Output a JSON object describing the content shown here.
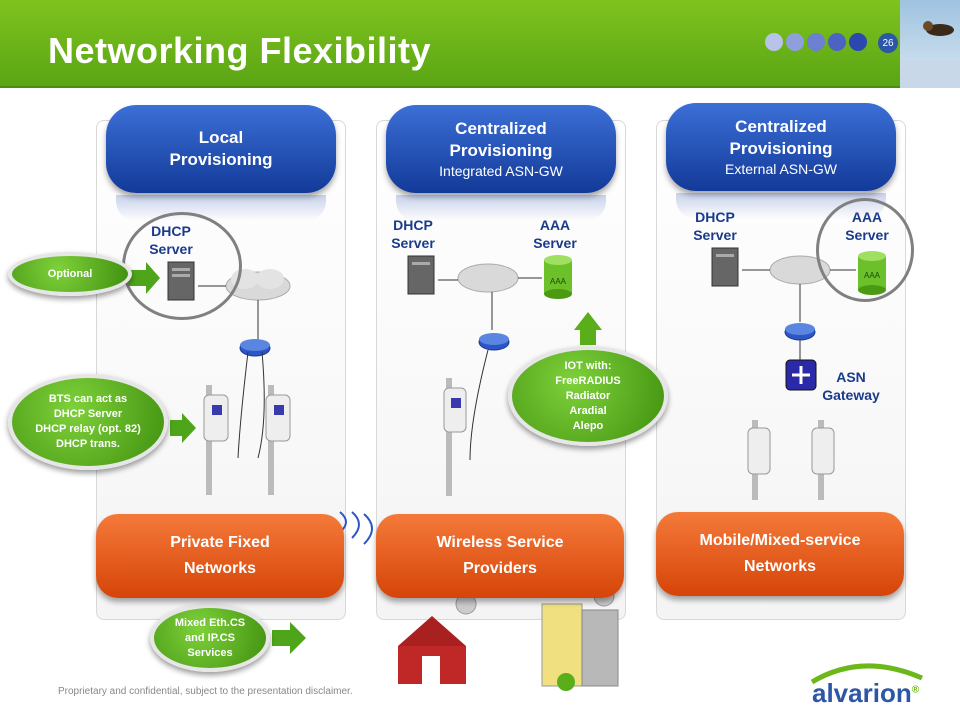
{
  "slide": {
    "title": "Networking Flexibility",
    "number": "26"
  },
  "header": {
    "dot_colors": [
      "#b7c3e8",
      "#8f9fdc",
      "#6c7fd0",
      "#4d63c2",
      "#2c47b0"
    ]
  },
  "columns": [
    {
      "heading_line1": "Local",
      "heading_line2": "Provisioning",
      "sub": "",
      "dhcp": "DHCP",
      "dhcp2": "Server",
      "bottom_line1": "Private Fixed",
      "bottom_line2": "Networks"
    },
    {
      "heading_line1": "Centralized",
      "heading_line2": "Provisioning",
      "sub": "Integrated ASN-GW",
      "dhcp": "DHCP",
      "dhcp2": "Server",
      "aaa": "AAA",
      "aaa2": "Server",
      "bottom_line1": "Wireless Service",
      "bottom_line2": "Providers"
    },
    {
      "heading_line1": "Centralized",
      "heading_line2": "Provisioning",
      "sub": "External ASN-GW",
      "dhcp": "DHCP",
      "dhcp2": "Server",
      "aaa": "AAA",
      "aaa2": "Server",
      "asn": "ASN",
      "asn2": "Gateway",
      "bottom_line1": "Mobile/Mixed-service",
      "bottom_line2": "Networks"
    }
  ],
  "callouts": {
    "optional": "Optional",
    "bts": [
      "BTS can act as",
      "DHCP Server",
      "DHCP relay (opt. 82)",
      "DHCP trans."
    ],
    "iot": [
      "IOT with:",
      "FreeRADIUS",
      "Radiator",
      "Aradial",
      "Alepo"
    ],
    "mixed": [
      "Mixed Eth.CS",
      "and IP.CS",
      "Services"
    ]
  },
  "device_labels": {
    "aaa_tag": "AAA"
  },
  "footer": {
    "disclaimer": "Proprietary and confidential, subject to the presentation disclaimer."
  },
  "logo": {
    "text": "alvarion",
    "mark": "®"
  },
  "colors": {
    "header_green": "#6cb81a",
    "pill_blue": "#1e4bb0",
    "pill_orange": "#e8561c",
    "callout_green": "#5cae1e",
    "label_blue": "#1a3a8c"
  }
}
